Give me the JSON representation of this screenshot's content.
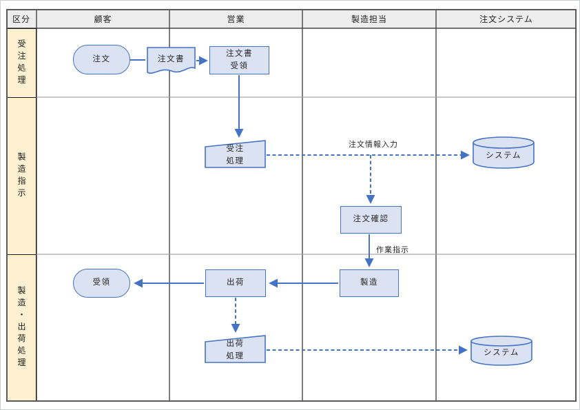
{
  "header": {
    "category_label": "区分",
    "columns": [
      {
        "label": "顧客"
      },
      {
        "label": "営業"
      },
      {
        "label": "製造担当"
      },
      {
        "label": "注文システム"
      }
    ]
  },
  "lanes": [
    {
      "label": "受注処理"
    },
    {
      "label": "製造指示"
    },
    {
      "label": "製造・出荷処理"
    }
  ],
  "nodes": {
    "order": {
      "type": "terminator",
      "label": "注文"
    },
    "order_form": {
      "type": "document",
      "label": "注文書"
    },
    "order_form_receipt": {
      "type": "process",
      "line1": "注文書",
      "line2": "受領"
    },
    "order_entry": {
      "type": "manual-operation",
      "line1": "受注",
      "line2": "処理"
    },
    "system_db_order": {
      "type": "database",
      "label": "システム"
    },
    "order_confirmation": {
      "type": "process",
      "label": "注文確認"
    },
    "manufacturing": {
      "type": "process",
      "label": "製造"
    },
    "shipping": {
      "type": "process",
      "label": "出荷"
    },
    "receipt": {
      "type": "terminator",
      "label": "受領"
    },
    "shipping_process": {
      "type": "manual-operation",
      "line1": "出荷",
      "line2": "処理"
    },
    "system_db_shipping": {
      "type": "database",
      "label": "システム"
    }
  },
  "edge_labels": {
    "order_info_input": "注文情報入力",
    "work_instruction": "作業指示"
  },
  "colors": {
    "shape_fill": "#dbe3f3",
    "shape_border": "#4472c4",
    "connector": "#4472c4",
    "header_fill": "#ededed",
    "lane_label_fill": "#fcf0d0",
    "grid_dark": "#454545",
    "grid_light": "#a6a6a6"
  }
}
